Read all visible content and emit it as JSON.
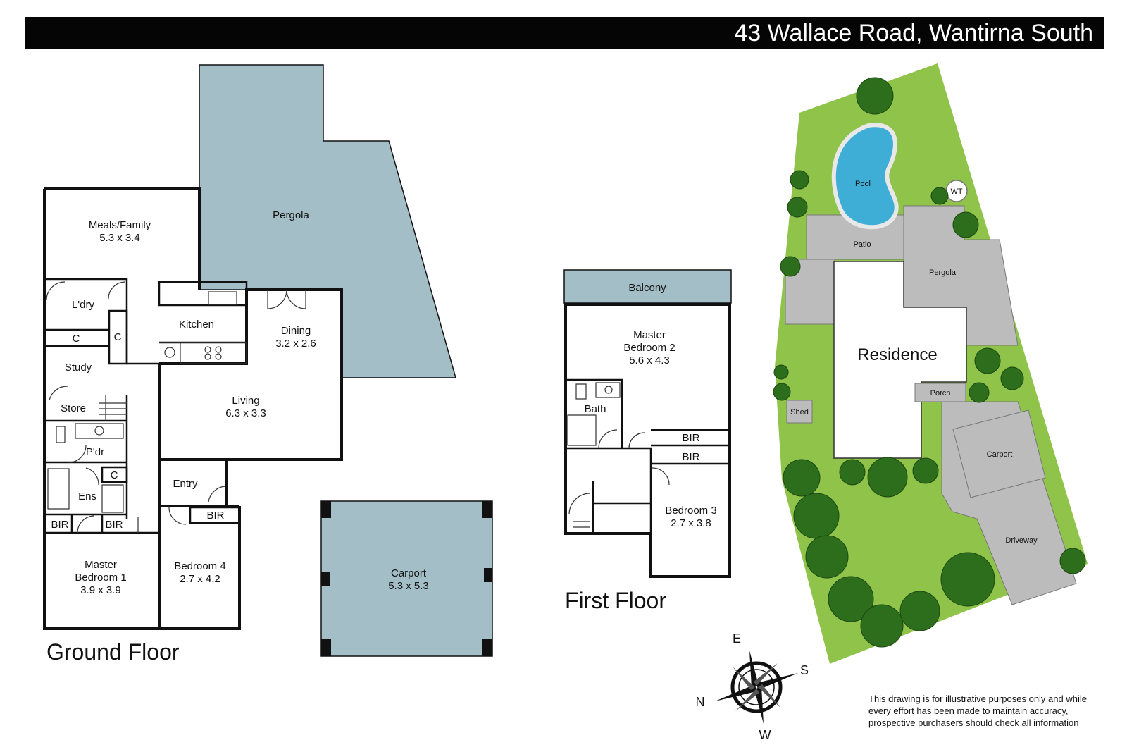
{
  "header": {
    "address": "43 Wallace Road, Wantirna South"
  },
  "ground_floor": {
    "title": "Ground Floor",
    "rooms": {
      "meals_family": {
        "name": "Meals/Family",
        "dims": "5.3 x 3.4"
      },
      "pergola": {
        "name": "Pergola"
      },
      "ldry": {
        "name": "L'dry"
      },
      "kitchen": {
        "name": "Kitchen"
      },
      "dining": {
        "name": "Dining",
        "dims": "3.2 x 2.6"
      },
      "cupboard_a": {
        "name": "C"
      },
      "cupboard_b": {
        "name": "C"
      },
      "study": {
        "name": "Study"
      },
      "living": {
        "name": "Living",
        "dims": "6.3 x 3.3"
      },
      "store": {
        "name": "Store"
      },
      "pdr": {
        "name": "P'dr"
      },
      "cupboard_c": {
        "name": "C"
      },
      "entry": {
        "name": "Entry"
      },
      "ens": {
        "name": "Ens"
      },
      "bir_a": {
        "name": "BIR"
      },
      "bir_b": {
        "name": "BIR"
      },
      "bir_c": {
        "name": "BIR"
      },
      "master_bedroom_1": {
        "name1": "Master",
        "name2": "Bedroom 1",
        "dims": "3.9 x 3.9"
      },
      "bedroom_4": {
        "name": "Bedroom 4",
        "dims": "2.7 x 4.2"
      },
      "carport": {
        "name": "Carport",
        "dims": "5.3 x 5.3"
      }
    }
  },
  "first_floor": {
    "title": "First Floor",
    "rooms": {
      "balcony": {
        "name": "Balcony"
      },
      "master_bedroom_2": {
        "name1": "Master",
        "name2": "Bedroom 2",
        "dims": "5.6 x 4.3"
      },
      "bath": {
        "name": "Bath"
      },
      "bir_a": {
        "name": "BIR"
      },
      "bir_b": {
        "name": "BIR"
      },
      "bedroom_3": {
        "name": "Bedroom 3",
        "dims": "2.7 x 3.8"
      }
    }
  },
  "site_plan": {
    "pool": "Pool",
    "wt": "WT",
    "patio": "Patio",
    "pergola": "Pergola",
    "residence": "Residence",
    "porch": "Porch",
    "shed": "Shed",
    "carport": "Carport",
    "driveway": "Driveway"
  },
  "compass": {
    "n": "N",
    "e": "E",
    "s": "S",
    "w": "W"
  },
  "disclaimer": {
    "line1": "This drawing is for illustrative purposes only and while",
    "line2": "every effort has been made to maintain accuracy,",
    "line3": "prospective purchasers should check all information"
  },
  "colors": {
    "outdoor_area": "#a3bec6",
    "grass": "#8fc34a",
    "paving": "#bcbcbc",
    "tree": "#2d6e1c",
    "pool": "#3eaed6",
    "header_bar": "#050505"
  }
}
